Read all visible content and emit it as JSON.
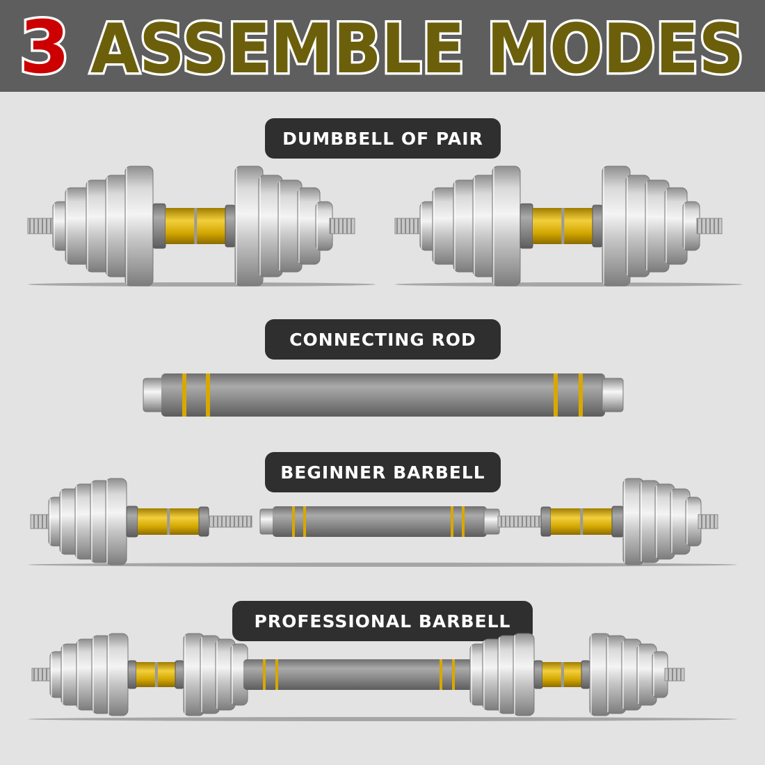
{
  "header": {
    "number": "3",
    "title": "ASSEMBLE MODES"
  },
  "modes": [
    {
      "label": "DUMBBELL OF PAIR"
    },
    {
      "label": "CONNECTING ROD"
    },
    {
      "label": "BEGINNER BARBELL"
    },
    {
      "label": "PROFESSIONAL BARBELL"
    }
  ],
  "colors": {
    "header_bg": "#5e5e5e",
    "number_red": "#cc0000",
    "title_olive": "#6b5f0b",
    "label_bg": "#2f2f2f",
    "page_bg": "#e3e3e3",
    "grip_gold": "#e0b400"
  }
}
